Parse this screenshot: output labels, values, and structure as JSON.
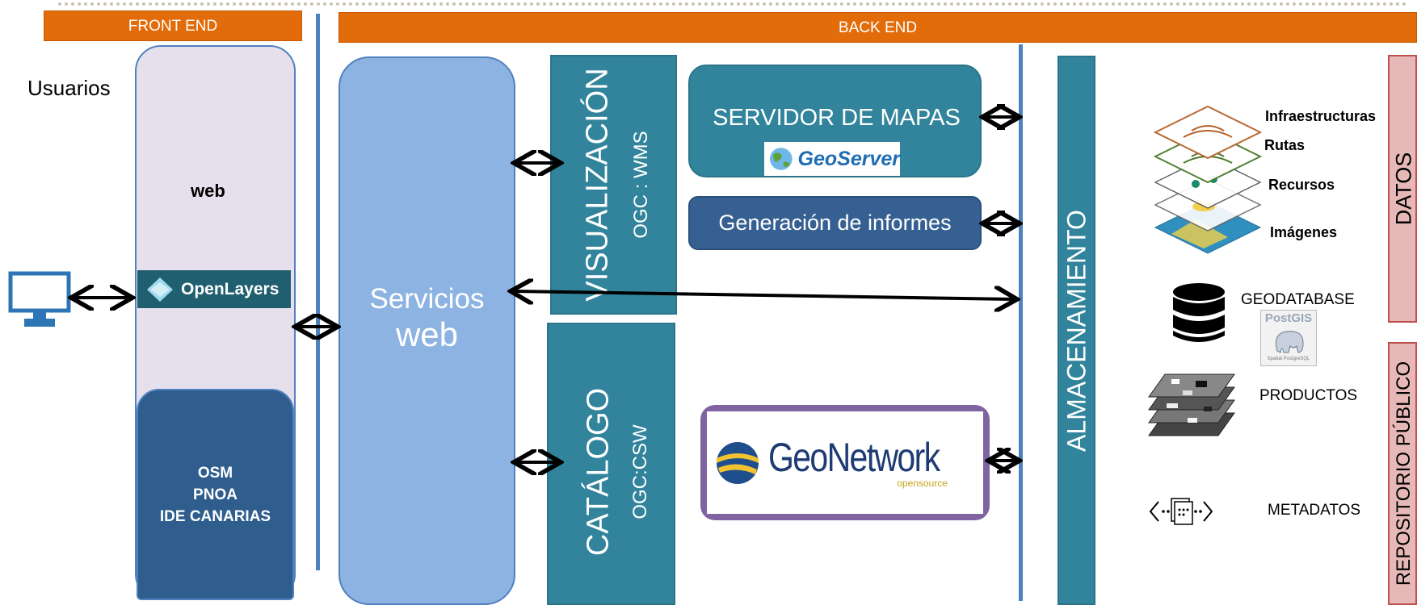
{
  "header": {
    "front_end": "FRONT END",
    "back_end": "BACK END"
  },
  "users": {
    "label": "Usuarios",
    "web_label": "web",
    "openlayers": "OpenLayers",
    "basemaps": [
      "OSM",
      "PNOA",
      "IDE CANARIAS"
    ]
  },
  "web_services": {
    "line1": "Servicios",
    "line2": "web"
  },
  "visualization": {
    "title": "VISUALIZACIÓN",
    "subtitle": "OGC : WMS"
  },
  "catalog": {
    "title": "CATÁLOGO",
    "subtitle": "OGC:CSW"
  },
  "map_server": {
    "title": "SERVIDOR DE MAPAS",
    "logo": "GeoServer"
  },
  "reports": {
    "label": "Generación de informes"
  },
  "geonetwork": {
    "logo": "GeoNetwork",
    "sub": "opensource"
  },
  "storage": {
    "label": "ALMACENAMIENTO"
  },
  "layers": [
    "Infraestructuras",
    "Rutas",
    "Recursos",
    "Imágenes"
  ],
  "geodatabase": {
    "label": "GEODATABASE",
    "logo": "PostGIS",
    "logo_sub": "Spatial PostgreSQL"
  },
  "products": {
    "label": "PRODUCTOS"
  },
  "metadata": {
    "label": "METADATOS"
  },
  "side_panels": {
    "datos": "DATOS",
    "repositorio": "REPOSITORIO PÚBLICO"
  },
  "colors": {
    "orange": "#e36c0a",
    "teal": "#31849b",
    "light_blue": "#8db3e2",
    "dark_blue": "#2e5d8e",
    "lavender": "#e6e0ec",
    "pink": "#e6b9b8"
  }
}
